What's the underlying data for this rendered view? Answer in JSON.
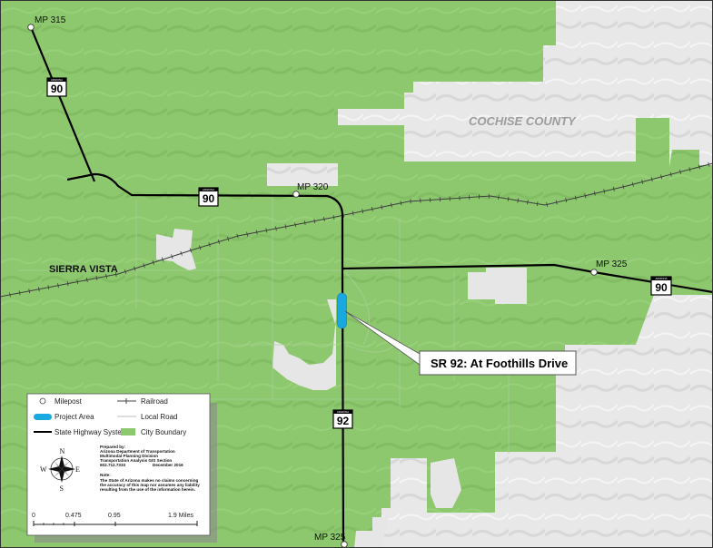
{
  "colors": {
    "city_boundary": "#8cc96e",
    "county_land": "#e6e6e6",
    "highway": "#000000",
    "project_area": "#1aa8e0",
    "railroad": "#444444",
    "local_road": "#a9cf97"
  },
  "labels": {
    "county": "COCHISE COUNTY",
    "city": "SIERRA VISTA",
    "callout": "SR 92: At Foothills Drive"
  },
  "mileposts": [
    {
      "label": "MP 315"
    },
    {
      "label": "MP 320"
    },
    {
      "label": "MP 325"
    },
    {
      "label": "MP 325"
    }
  ],
  "shields": [
    {
      "number": "90",
      "header": "ARIZONA"
    },
    {
      "number": "90",
      "header": "ARIZONA"
    },
    {
      "number": "90",
      "header": "ARIZONA"
    },
    {
      "number": "92",
      "header": "ARIZONA"
    }
  ],
  "legend": {
    "milepost": "Milepost",
    "project_area": "Project Area",
    "state_highway": "State Highway System",
    "railroad": "Railroad",
    "local_road": "Local Road",
    "city_boundary": "City Boundary",
    "prepared_by_title": "Prepared by:",
    "prepared_lines": [
      "Arizona Department of Transportation",
      "Multimodal Planning Division",
      "Transportation Analysis GIS Section",
      "602.712.7333"
    ],
    "date": "December 2016",
    "note_title": "Note:",
    "note_lines": [
      "The State of Arizona makes no claims concerning",
      "the accuracy of this map nor assumes any liability",
      "resulting from the use of the information herein."
    ],
    "compass": {
      "n": "N",
      "s": "S",
      "e": "E",
      "w": "W"
    },
    "scale": {
      "ticks": [
        "0",
        "0.475",
        "0.95",
        "1.9 Miles"
      ]
    }
  }
}
